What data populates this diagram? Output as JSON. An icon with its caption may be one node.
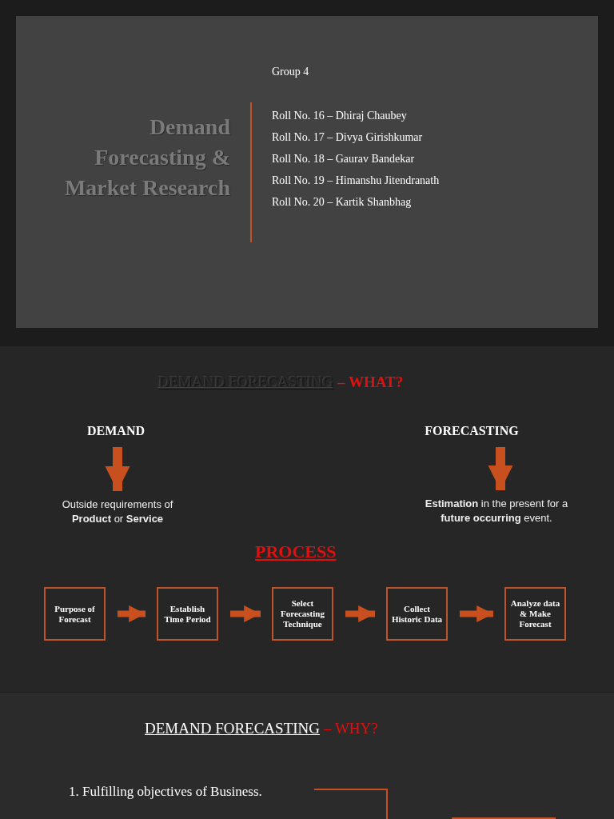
{
  "diagram": {
    "nodes": [
      {
        "text": [
          "DEMAND"
        ]
      },
      {
        "text": [
          "Outside requirements of **Product** or **Service**"
        ]
      },
      {
        "text": [
          "FORECASTING"
        ]
      },
      {
        "text": [
          "**Estimation** in the present for a **future occurring** event."
        ]
      },
      {
        "text": [
          "Purpose of Forecast"
        ]
      },
      {
        "text": [
          "Establish Time Period"
        ]
      },
      {
        "text": [
          "Select Forecasting Technique"
        ]
      },
      {
        "text": [
          "Collect Historic Data"
        ]
      },
      {
        "text": [
          "Analyze data & Make Forecast"
        ]
      },
      {
        "text": [
          "1. Fulfilling objectives of Business."
        ]
      },
      {
        "text": [],
        "shape": "box"
      }
    ],
    "edges": [
      {
        "from": 0,
        "to": 1,
        "arrow": "to"
      },
      {
        "from": 2,
        "to": 3,
        "arrow": "to"
      },
      {
        "from": 4,
        "to": 5,
        "arrow": "to"
      },
      {
        "from": 5,
        "to": 6,
        "arrow": "to"
      },
      {
        "from": 6,
        "to": 7,
        "arrow": "to"
      },
      {
        "from": 7,
        "to": 8,
        "arrow": "to"
      },
      {
        "from": 9,
        "to": 10,
        "arrow": "none"
      }
    ],
    "labels": [
      "Demand Forecasting & Market Research",
      "Group 4",
      "Roll No. 16 – Dhiraj Chaubey",
      "Roll No. 17 – Divya Girishkumar",
      "Roll No. 18 – Gaurav Bandekar",
      "Roll No. 19 – Himanshu Jitendranath",
      "Roll No. 20 – Kartik Shanbhag",
      "DEMAND FORECASTING",
      "– WHAT?",
      "PROCESS",
      "DEMAND FORECASTING",
      "– WHY?"
    ]
  }
}
